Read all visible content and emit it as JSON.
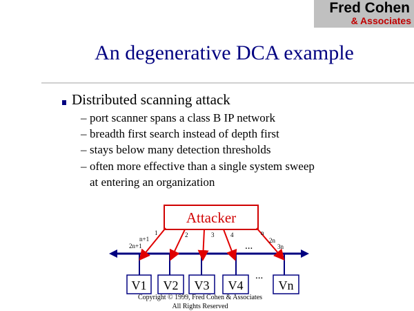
{
  "logo": {
    "name": "Fred Cohen",
    "subtitle": "& Associates"
  },
  "slide": {
    "title": "An degenerative DCA example",
    "bullet": "Distributed scanning attack",
    "subbullets": [
      "port scanner spans a class B IP network",
      "breadth first search instead of depth first",
      "stays below many detection thresholds",
      "often more effective than a single system sweep",
      "at entering an organization"
    ]
  },
  "diagram": {
    "attacker": "Attacker",
    "arrow_labels": [
      "1",
      "2",
      "3",
      "4",
      "n",
      "n+1",
      "2n+1",
      "2n",
      "3n"
    ],
    "ellipsis": "...",
    "victims": [
      "V1",
      "V2",
      "V3",
      "V4",
      "Vn"
    ],
    "colors": {
      "attacker": "#d00000",
      "network": "#000080",
      "victim_line": "#000080"
    }
  },
  "footer": {
    "copyright": "Copyright © 1999, Fred Cohen & Associates",
    "rights": "All Rights Reserved"
  }
}
